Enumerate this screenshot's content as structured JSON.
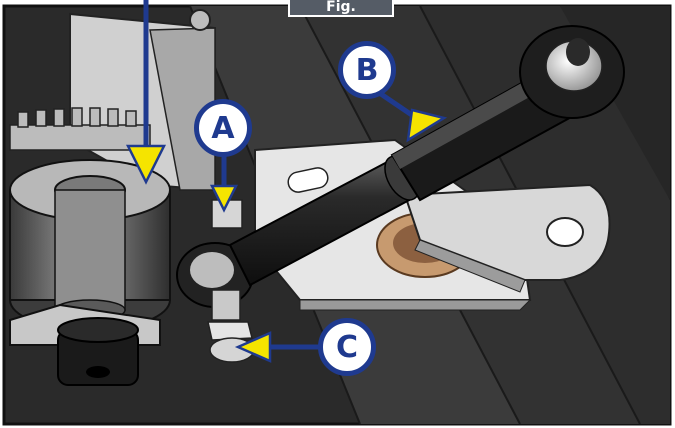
{
  "figure": {
    "tab_text": "Fig.",
    "callouts": [
      {
        "id": "A",
        "label": "A"
      },
      {
        "id": "B",
        "label": "B"
      },
      {
        "id": "C",
        "label": "C"
      }
    ],
    "colors": {
      "callout_blue": "#1f3a8f",
      "arrow_yellow": "#f5e400",
      "frame": "#1e1e1e",
      "background": "#ffffff"
    }
  }
}
